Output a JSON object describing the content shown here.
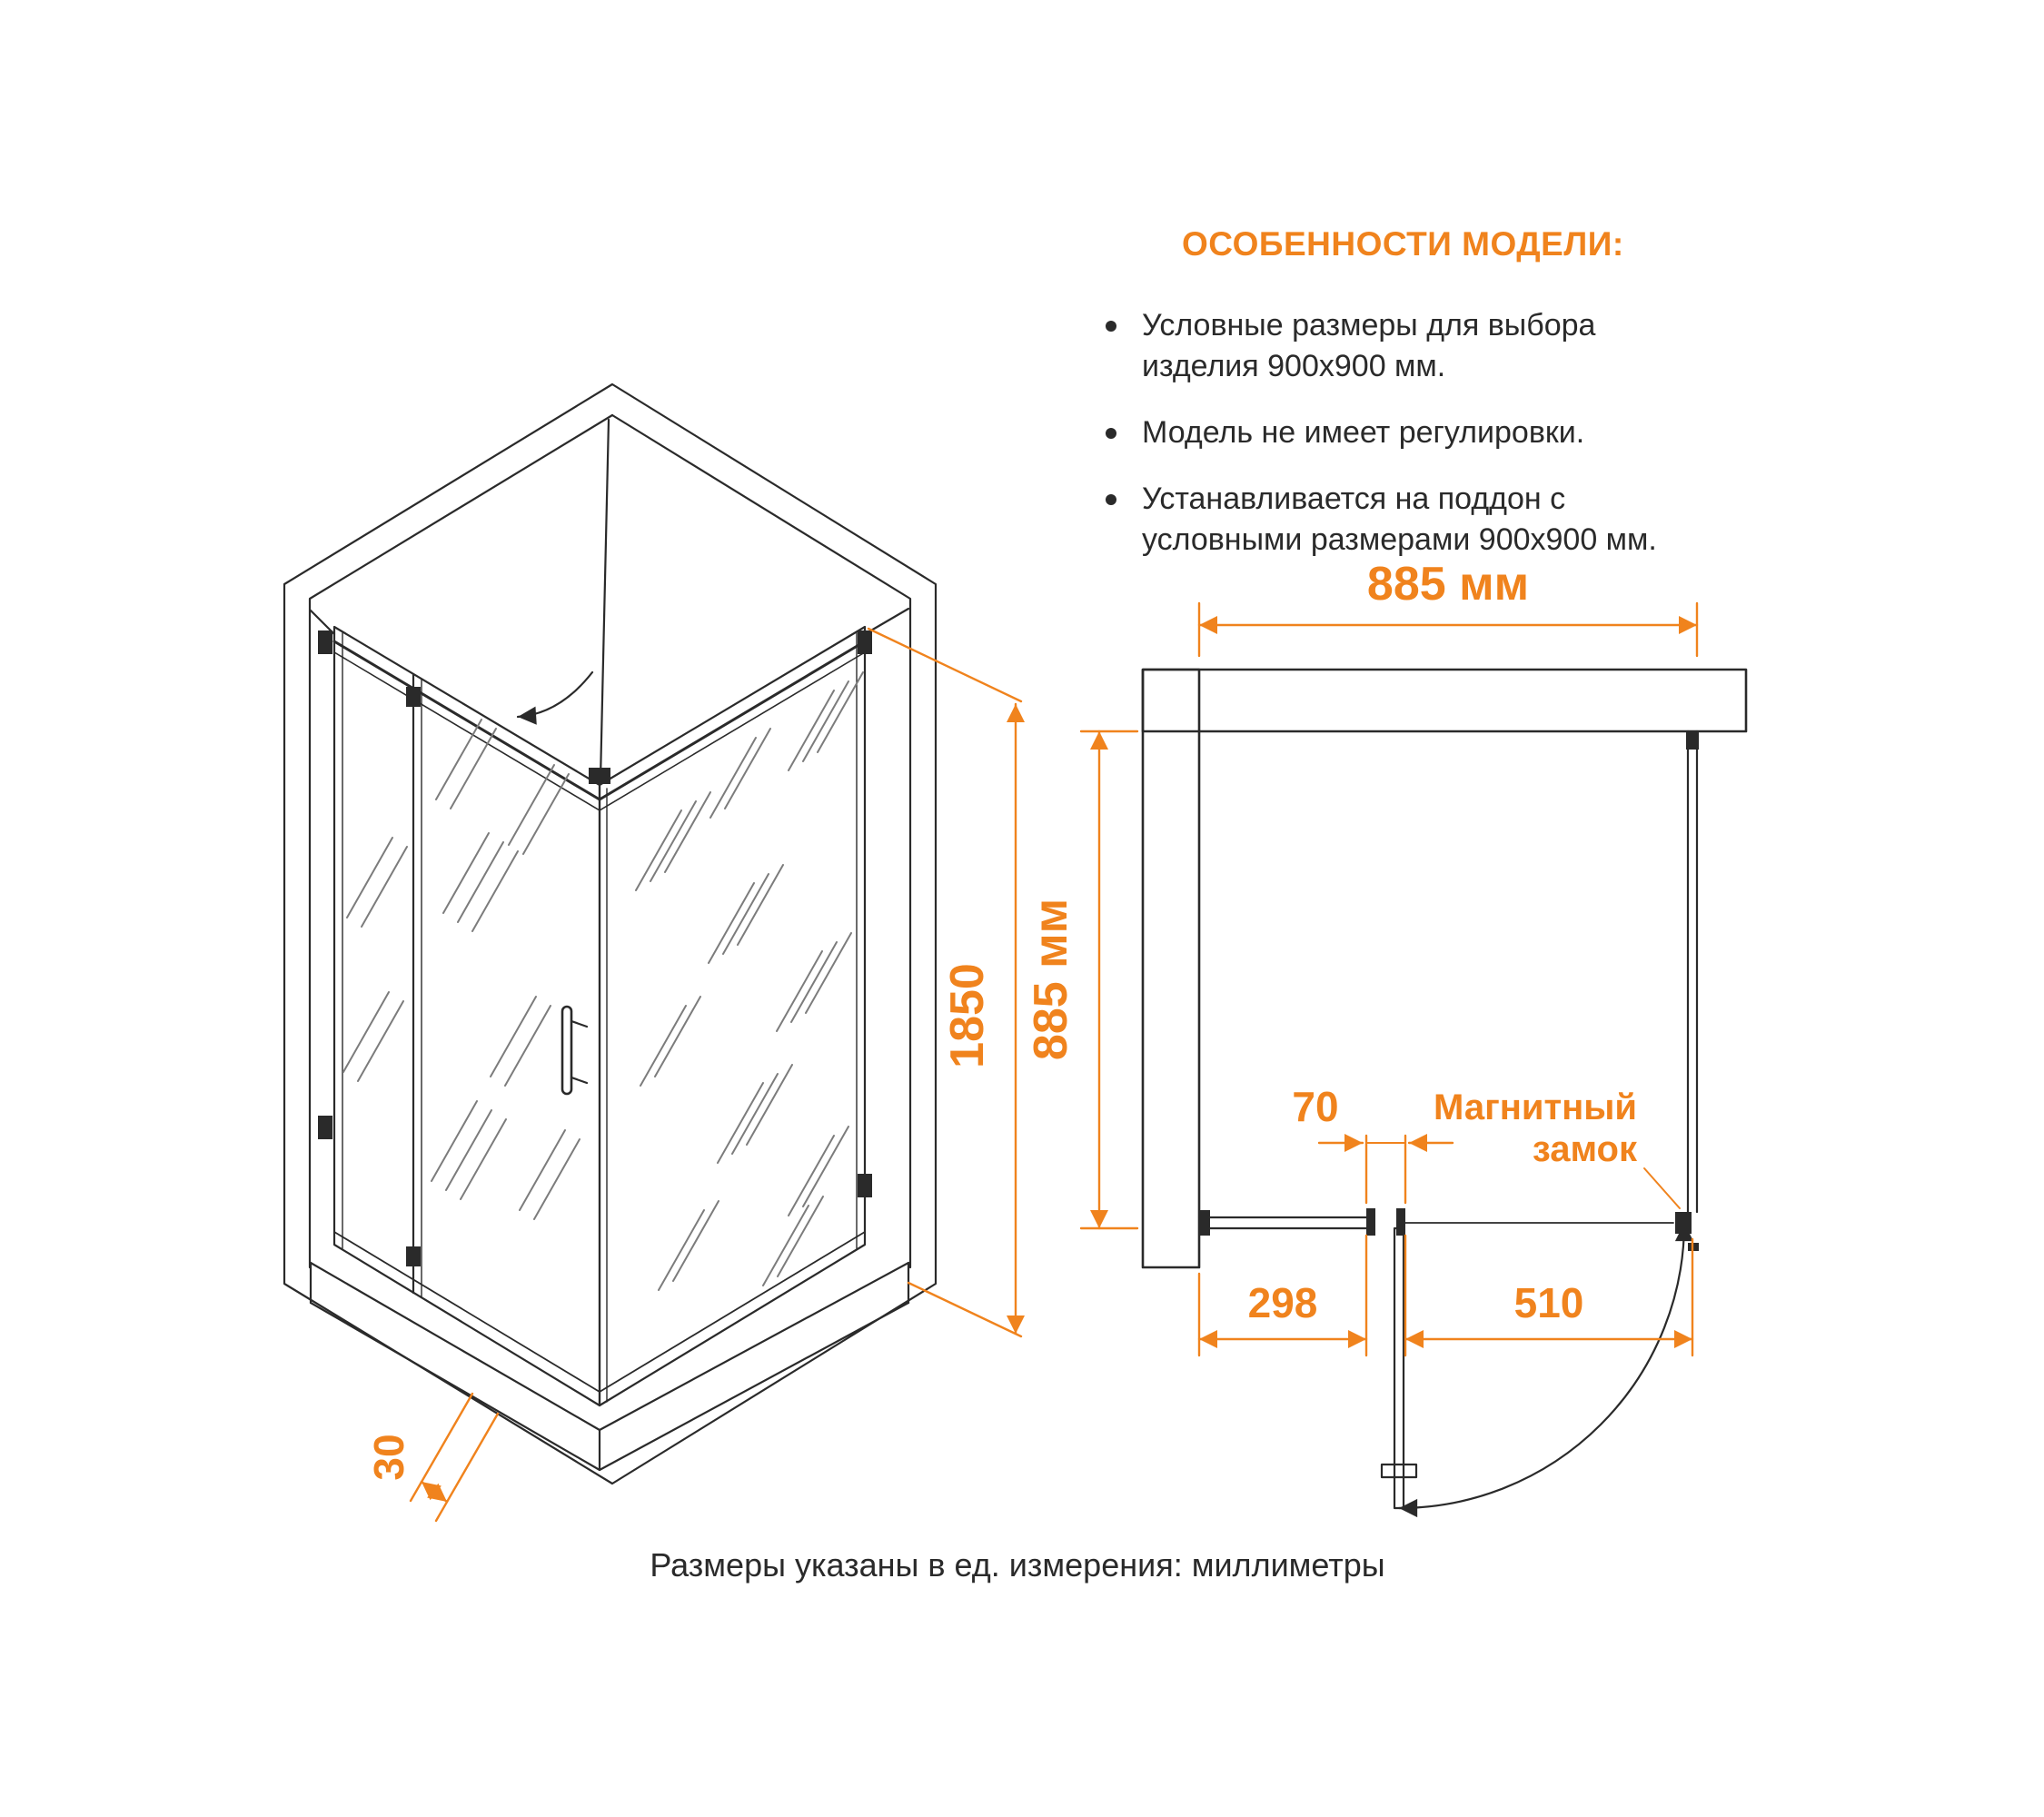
{
  "features": {
    "title": "ОСОБЕННОСТИ МОДЕЛИ:",
    "items": [
      "Условные размеры для выбора изделия 900x900 мм.",
      "Модель не имеет регулировки.",
      "Устанавливается на поддон с условными размерами 900x900 мм."
    ]
  },
  "iso": {
    "height": "1850",
    "base_height": "30"
  },
  "plan": {
    "width": "885 мм",
    "depth": "885 мм",
    "hinge_offset": "70",
    "left_segment": "298",
    "door_width": "510",
    "magnet_line1": "Магнитный",
    "magnet_line2": "замок"
  },
  "footer": {
    "note": "Размеры указаны в ед. измерения: миллиметры"
  },
  "colors": {
    "accent": "#F0831D",
    "ink": "#2A2A2A"
  }
}
